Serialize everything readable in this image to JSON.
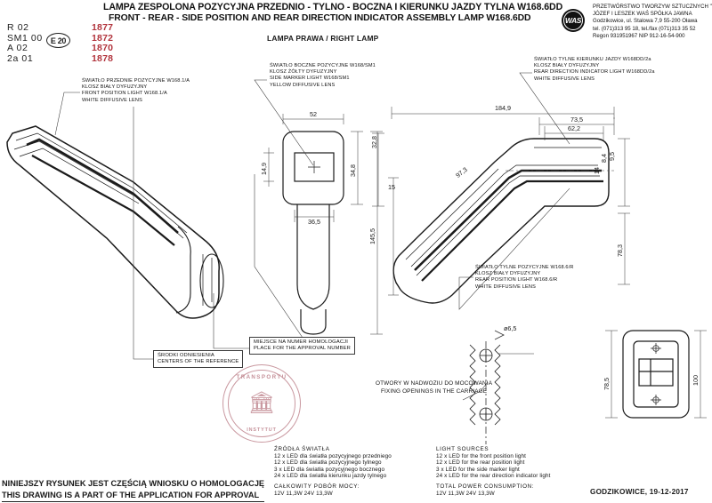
{
  "title": {
    "pl": "LAMPA ZESPOLONA POZYCYJNA PRZEDNIO - TYLNO - BOCZNA I KIERUNKU JAZDY TYLNA W168.6DD",
    "en": "FRONT - REAR - SIDE POSITION AND REAR DIRECTION INDICATOR ASSEMBLY LAMP W168.6DD",
    "lamp_side": "LAMPA PRAWA / RIGHT LAMP"
  },
  "approvals": {
    "mark": "E 20",
    "rows": [
      {
        "code": "R  02",
        "number": "1877"
      },
      {
        "code": "SM1  00",
        "number": "1872"
      },
      {
        "code": "A  02",
        "number": "1870"
      },
      {
        "code": "2a  01",
        "number": "1878"
      }
    ]
  },
  "company": {
    "logo": "WAS",
    "lines": [
      "PRZETWÓRSTWO TWORZYW SZTUCZNYCH \"WAŚ\"",
      "JÓZEF I LESZEK WAŚ      SPÓŁKA JAWNA",
      "Godzikowice, ul. Stalowa 7,9      55-200 Oława",
      "tel. (071)313 95 18, tel./fax (071)313 35 52",
      "Regon 931951967 NIP 912-16-54-900"
    ]
  },
  "notes": {
    "front_position": [
      "ŚWIATŁO PRZEDNIE POZYCYJNE W168.1/A",
      "KLOSZ BIAŁY DYFUZYJNY",
      "FRONT POSITION LIGHT W168.1/A",
      "WHITE DIFFUSIVE LENS"
    ],
    "side_marker": [
      "ŚWIATŁO BOCZNE POZYCYJNE W168/SM1",
      "KLOSZ ŻÓŁTY DYFUZYJNY",
      "SIDE MARKER LIGHT W168/SM1",
      "YELLOW DIFFUSIVE LENS"
    ],
    "rear_direction": [
      "ŚWIATŁO TYLNE KIERUNKU JAZDY W168DD/2a",
      "KLOSZ BIAŁY DYFUZYJNY",
      "REAR DIRECTION INDICATOR LIGHT W168DD/2a",
      "WHITE DIFFUSIVE LENS"
    ],
    "rear_position": [
      "ŚWIATŁO TYLNE POZYCYJNE W168.6/R",
      "KLOSZ BIAŁY DYFUZYJNY",
      "REAR POSITION LIGHT W168.6/R",
      "WHITE DIFFUSIVE LENS"
    ],
    "centers": [
      "ŚRODKI ODNIESIENIA",
      "CENTERS OF THE REFERENCE"
    ],
    "approval_place": [
      "MIEJSCE NA NUMER HOMOLOGACJI",
      "PLACE FOR THE APPROVAL NUMBER"
    ],
    "fixing": [
      "OTWORY W NADWOZIU DO MOCOWANIA",
      "FIXING OPENINGS IN THE CARRIAGE"
    ]
  },
  "light_sources": {
    "pl": {
      "heading": "ŹRÓDŁA ŚWIATŁA",
      "lines": [
        "12 x LED dla światła pozycyjnego przedniego",
        "12 x LED dla światła pozycyjnego tylnego",
        "3 x LED dla światła pozycyjnego bocznego",
        "24 x LED dla światła kierunku jazdy tylnego"
      ],
      "power_heading": "CAŁKOWITY POBÓR MOCY:",
      "power_value": "12V 11,3W   24V 13,3W"
    },
    "en": {
      "heading": "LIGHT SOURCES",
      "lines": [
        "12 x LED for the front position light",
        "12 x LED for the rear position light",
        "3 x LED for the side marker light",
        "24 x LED for the rear direction indicator light"
      ],
      "power_heading": "TOTAL POWER CONSUMPTION:",
      "power_value": "12V 11,3W   24V 13,3W"
    }
  },
  "dimensions": {
    "front_view": {
      "width_52": "52",
      "height_34_8": "34,8",
      "inner_36_5": "36,5",
      "small_14_9": "14,9",
      "total_145_5": "145,5",
      "step_15": "15"
    },
    "side_view": {
      "overall_184_9": "184,9",
      "upper_73_5": "73,5",
      "inner_62_2": "62,2",
      "arm_97_3": "97,3",
      "height_78_3": "78,3",
      "small_14": "14",
      "edge_9_5": "9,5",
      "edge_8_4": "8,4",
      "left_32_8": "32,8"
    },
    "rear_view": {
      "height_78_5": "78,5",
      "width_100": "100",
      "hole_dia": "ø6,5"
    }
  },
  "stamp": {
    "top_text": "TRANSPORTU",
    "bottom_text": "INSTYTUT",
    "emblem": "eagle-emblem"
  },
  "footer": {
    "line_pl": "NINIEJSZY RYSUNEK JEST CZĘŚCIĄ  WNIOSKU O  HOMOLOGACJĘ",
    "line_en": "THIS DRAWING IS A PART OF THE APPLICATION FOR  APPROVAL",
    "place_date": "GODZIKOWICE, 19-12-2017"
  }
}
